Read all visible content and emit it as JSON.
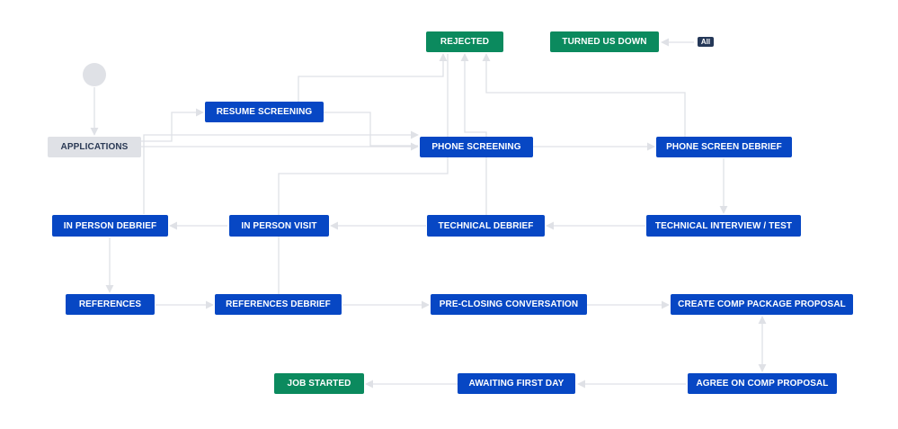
{
  "workflow": {
    "all_badge": "All",
    "nodes": {
      "rejected": "REJECTED",
      "turned_us_down": "TURNED US DOWN",
      "applications": "APPLICATIONS",
      "resume_screening": "RESUME SCREENING",
      "phone_screening": "PHONE SCREENING",
      "phone_screen_debrief": "PHONE SCREEN DEBRIEF",
      "in_person_debrief": "IN PERSON DEBRIEF",
      "in_person_visit": "IN PERSON VISIT",
      "technical_debrief": "TECHNICAL DEBRIEF",
      "technical_interview_test": "TECHNICAL INTERVIEW / TEST",
      "references": "REFERENCES",
      "references_debrief": "REFERENCES DEBRIEF",
      "pre_closing_conversation": "PRE-CLOSING CONVERSATION",
      "create_comp_package_proposal": "CREATE COMP PACKAGE PROPOSAL",
      "job_started": "JOB STARTED",
      "awaiting_first_day": "AWAITING FIRST DAY",
      "agree_on_comp_proposal": "AGREE ON COMP PROPOSAL"
    },
    "colors": {
      "status_in_progress": "#0747c4",
      "status_done": "#0b8a5e",
      "status_initial": "#dfe1e6",
      "edge": "#dfe1e6"
    }
  }
}
